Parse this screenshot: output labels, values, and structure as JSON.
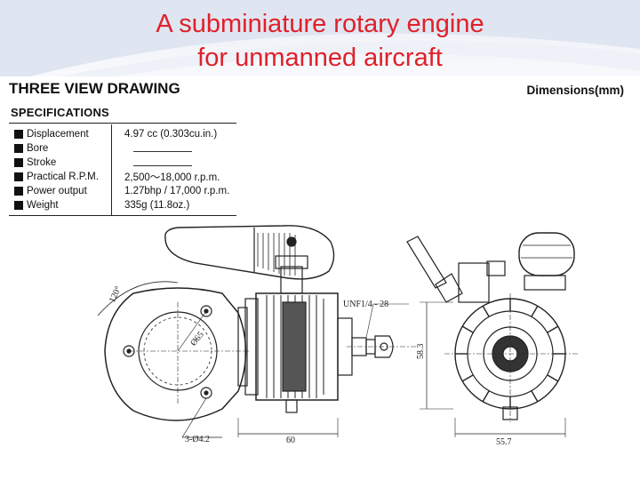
{
  "slide": {
    "title_line1": "A subminiature rotary engine",
    "title_line2": "for unmanned aircraft",
    "title_color": "#e0202a"
  },
  "drawing": {
    "header": "THREE VIEW DRAWING",
    "units_label": "Dimensions(mm)",
    "specs_title": "SPECIFICATIONS",
    "specs": [
      {
        "label": "Displacement",
        "value": "4.97 cc (0.303cu.in.)"
      },
      {
        "label": "Bore",
        "value": ""
      },
      {
        "label": "Stroke",
        "value": ""
      },
      {
        "label": "Practical R.P.M.",
        "value": "2,500〜18,000 r.p.m."
      },
      {
        "label": "Power output",
        "value": "1.27bhp / 17,000 r.p.m."
      },
      {
        "label": "Weight",
        "value": "335g (11.8oz.)"
      }
    ],
    "dimension_labels": {
      "angle": "120°",
      "bolt_circle": "Ø65",
      "holes": "3-Ø4.2",
      "thread": "UNF1/4 - 28",
      "side_length": "60",
      "height": "58.3",
      "front_width": "55.7"
    }
  }
}
